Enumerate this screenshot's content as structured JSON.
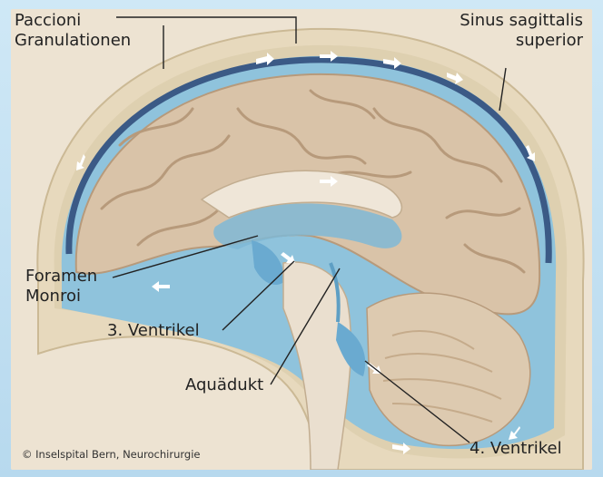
{
  "labels": {
    "paccioni": [
      "Paccioni",
      "Granulationen"
    ],
    "sinus": [
      "Sinus sagittalis",
      "superior"
    ],
    "foramen": [
      "Foramen",
      "Monroi"
    ],
    "ventrikel3": "3. Ventrikel",
    "aquadukt": "Aquädukt",
    "ventrikel4": "4. Ventrikel"
  },
  "copyright": "© Inselspital Bern, Neurochirurgie",
  "colors": {
    "csf": "#8fc3dc",
    "csf_dark": "#5e9fc4",
    "brain": "#d9c3a8",
    "brain_fold": "#b79a7b",
    "skull": "#e7d9bd",
    "sinus": "#3b5a86",
    "arrow": "#ffffff"
  }
}
